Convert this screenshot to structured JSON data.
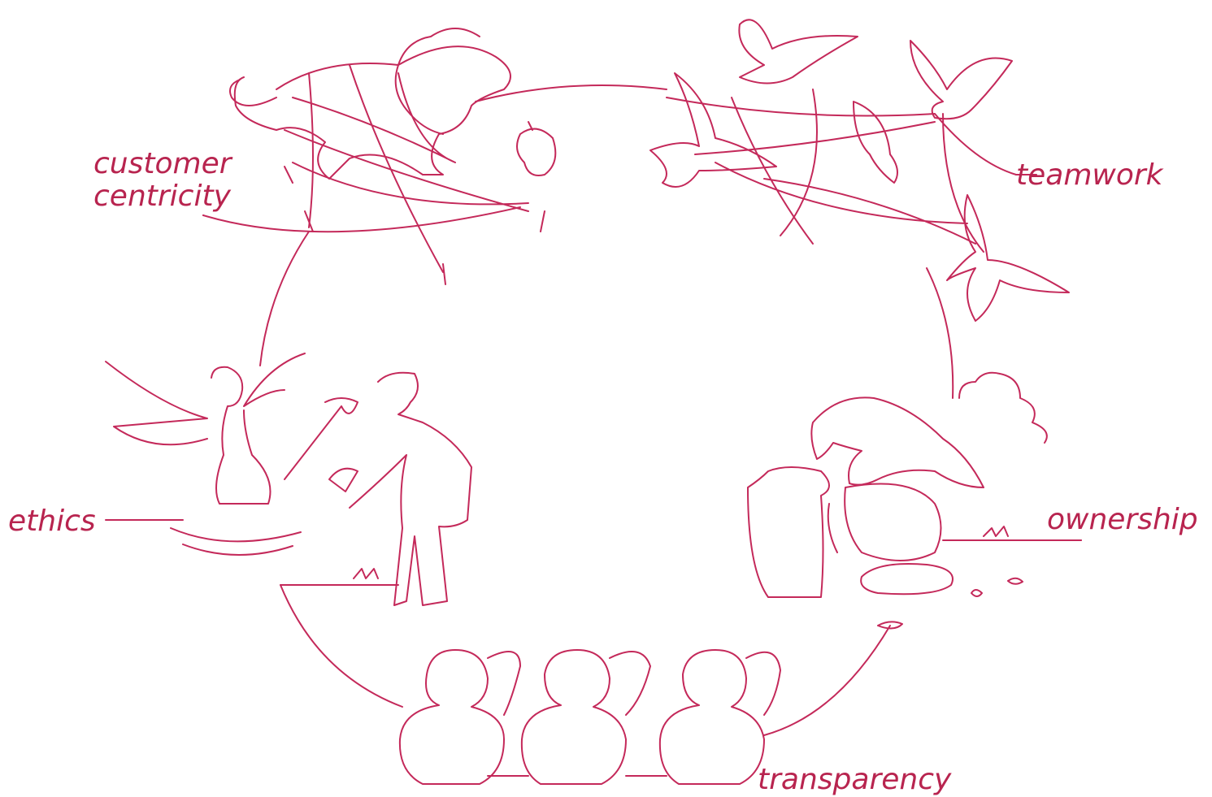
{
  "palette": {
    "ink": "#c4295a",
    "text": "#b8244f",
    "background": "#ffffff"
  },
  "values": [
    {
      "id": "customer-centricity",
      "lines": [
        "customer",
        "centricity"
      ],
      "illustration": "lion-and-mouse-in-net"
    },
    {
      "id": "teamwork",
      "lines": [
        "teamwork"
      ],
      "illustration": "doves-lifting-net"
    },
    {
      "id": "ownership",
      "lines": [
        "ownership"
      ],
      "illustration": "crow-and-pitcher"
    },
    {
      "id": "transparency",
      "lines": [
        "transparency"
      ],
      "illustration": "three-wise-monkeys"
    },
    {
      "id": "ethics",
      "lines": [
        "ethics"
      ],
      "illustration": "woodcutter-and-water-fairy"
    }
  ]
}
